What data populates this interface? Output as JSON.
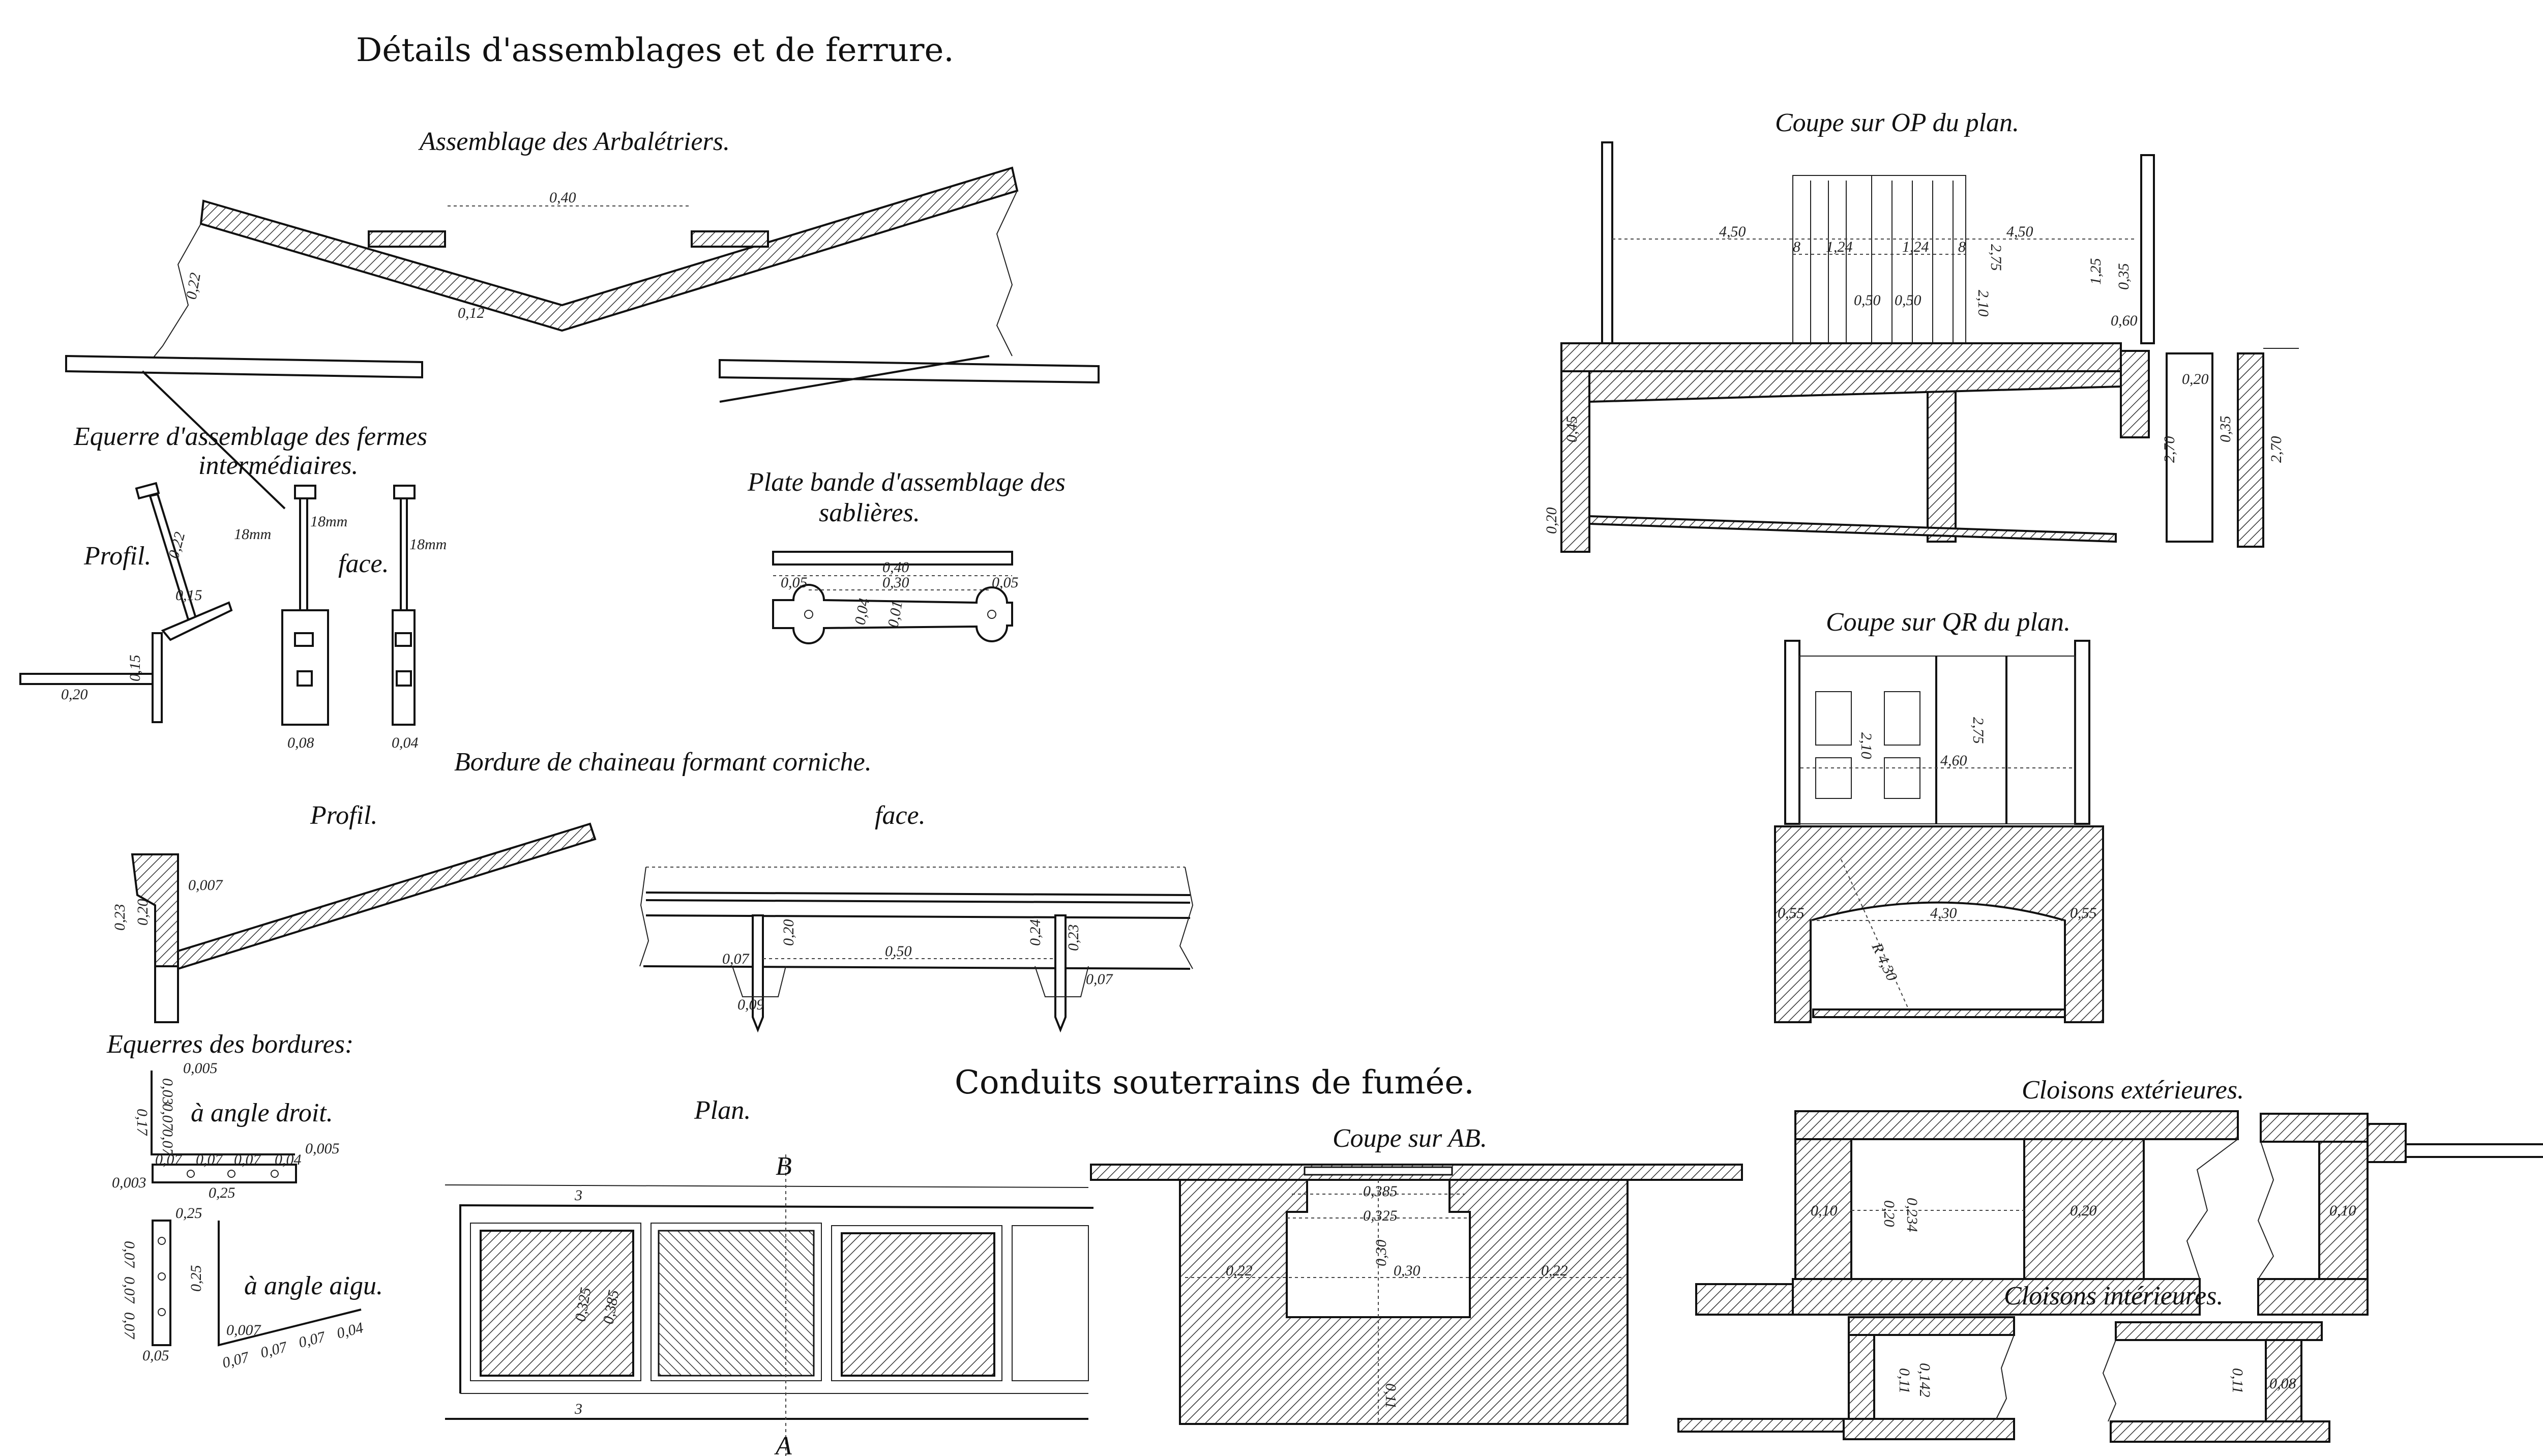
{
  "titles": {
    "main": "Détails d'assemblages et de ferrure.",
    "arbaletriers": "Assemblage des Arbalétriers.",
    "equerre_line1": "Equerre d'assemblage des fermes",
    "equerre_line2": "intermédiaires.",
    "equerre_profil": "Profil.",
    "equerre_face": "face.",
    "plate_line1": "Plate bande d'assemblage des",
    "plate_line2": "sablières.",
    "bordure": "Bordure de chaineau formant corniche.",
    "bordure_profil": "Profil.",
    "bordure_face": "face.",
    "equerres_bordures": "Equerres des bordures:",
    "angle_droit": "à angle droit.",
    "angle_aigu": "à angle aigu.",
    "conduits": "Conduits souterrains de fumée.",
    "plan": "Plan.",
    "coupe_ab": "Coupe sur AB.",
    "coupe_op": "Coupe sur OP du plan.",
    "coupe_qr": "Coupe sur QR du plan.",
    "cloisons_ext": "Cloisons extérieures.",
    "cloisons_int": "Cloisons intérieures."
  },
  "dims": {
    "arbaletriers": [
      "0,40",
      "0,22",
      "0,12"
    ],
    "equerre": [
      "18mm",
      "18mm",
      "18mm",
      "0,22",
      "0,15",
      "0,15",
      "0,20",
      "0,08",
      "0,04"
    ],
    "plate": [
      "0,40",
      "0,30",
      "0,05",
      "0,05",
      "0,04",
      "0,01"
    ],
    "bordure": [
      "0,23",
      "0,20",
      "0,007",
      "0,20",
      "0,24",
      "0,23",
      "0,50",
      "0,07",
      "0,07",
      "0,09"
    ],
    "angle_droit": [
      "0,17",
      "0,03",
      "0,07",
      "0,07",
      "0,07",
      "0,07",
      "0,07",
      "0,04",
      "0,25",
      "0,005",
      "0,005",
      "0,003"
    ],
    "angle_aigu": [
      "0,25",
      "0,07",
      "0,07",
      "0,07",
      "0,04",
      "0,007",
      "0,25",
      "0,05",
      "0,07",
      "0,07",
      "0,07"
    ],
    "plan": [
      "0,325",
      "0,385",
      "3",
      "3",
      "A",
      "B"
    ],
    "coupe_ab": [
      "0,385",
      "0,325",
      "0,30",
      "0,30",
      "0,22",
      "0,22",
      "0,11"
    ],
    "coupe_op": [
      "4,50",
      "4,50",
      "8",
      "1,24",
      "1,24",
      "8",
      "2,10",
      "2,75",
      "0,50",
      "0,50",
      "1,25",
      "0,35",
      "0,60",
      "0,20",
      "2,70",
      "0,35",
      "2,70",
      "0,45",
      "0,20"
    ],
    "coupe_qr": [
      "2,10",
      "2,75",
      "4,60",
      "4,30",
      "0,55",
      "0,55",
      "R 4,30"
    ],
    "cloisons_ext": [
      "0,10",
      "0,20",
      "0,234",
      "0,20",
      "0,10"
    ],
    "cloisons_int": [
      "0,11",
      "0,142",
      "0,11",
      "0,08"
    ]
  },
  "colors": {
    "ink": "#111111",
    "paper": "#ffffff"
  }
}
